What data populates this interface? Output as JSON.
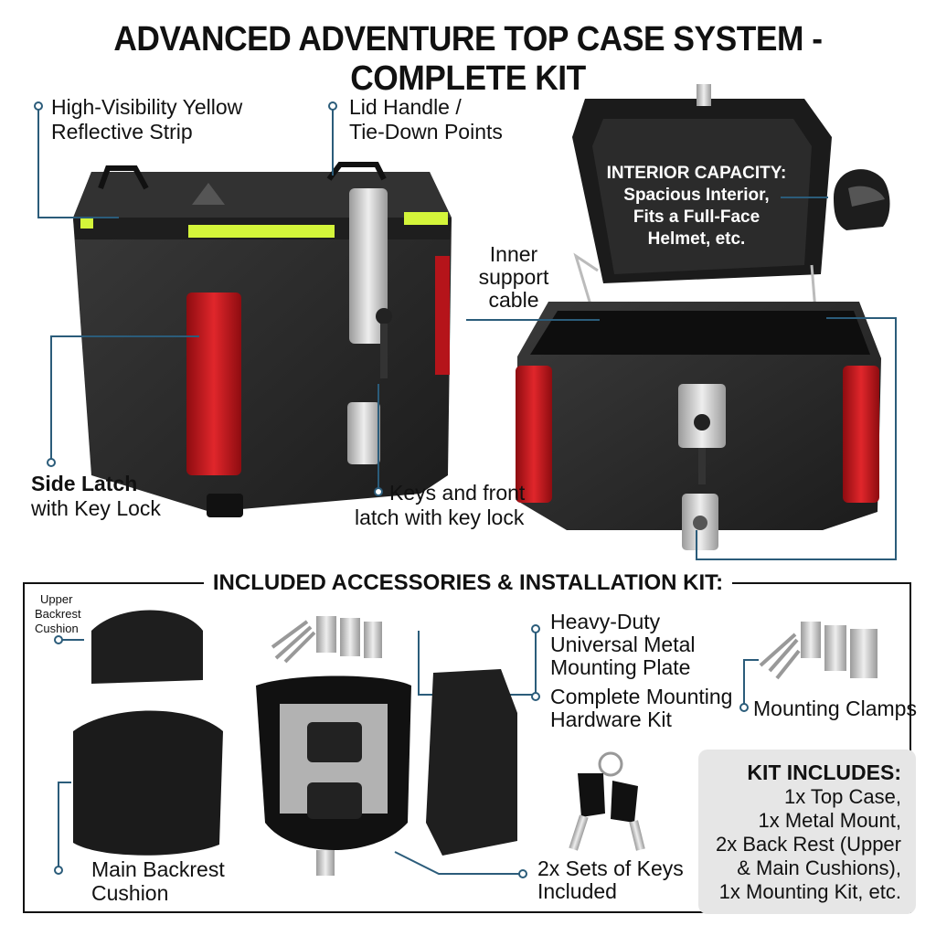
{
  "title": "ADVANCED ADVENTURE TOP CASE SYSTEM - COMPLETE KIT",
  "callouts": {
    "reflective": [
      "High-Visibility Yellow",
      "Reflective Strip"
    ],
    "lid_handle": [
      "Lid Handle /",
      "Tie-Down Points"
    ],
    "side_latch_bold": "Side Latch",
    "side_latch": "with Key Lock",
    "keys_latch": [
      "Keys and front",
      "latch with key lock"
    ],
    "inner_cable": [
      "Inner",
      "support",
      "cable"
    ],
    "interior": [
      "INTERIOR CAPACITY:",
      "Spacious Interior,",
      "Fits a Full-Face",
      "Helmet, etc."
    ]
  },
  "accessories": {
    "section_title": "INCLUDED ACCESSORIES & INSTALLATION KIT:",
    "upper_backrest": [
      "Upper",
      "Backrest",
      "Cushion"
    ],
    "main_backrest": [
      "Main Backrest",
      "Cushion"
    ],
    "mounting_plate": [
      "Heavy-Duty",
      "Universal Metal",
      "Mounting Plate"
    ],
    "hardware_kit": [
      "Complete Mounting",
      "Hardware Kit"
    ],
    "mounting_clamps": "Mounting Clamps",
    "keys": [
      "2x Sets of Keys",
      "Included"
    ]
  },
  "kit_includes": {
    "heading": "KIT INCLUDES:",
    "items": [
      "1x Top Case,",
      "1x Metal Mount,",
      "2x Back Rest (Upper",
      "& Main Cushions),",
      "1x Mounting Kit, etc."
    ]
  },
  "colors": {
    "case_black": "#2a2a2a",
    "reflector_red": "#c8151b",
    "reflective_yellow": "#d4f53a",
    "callout_blue": "#2b5c7a"
  },
  "icons": [
    "helmet-icon",
    "key-icon"
  ]
}
